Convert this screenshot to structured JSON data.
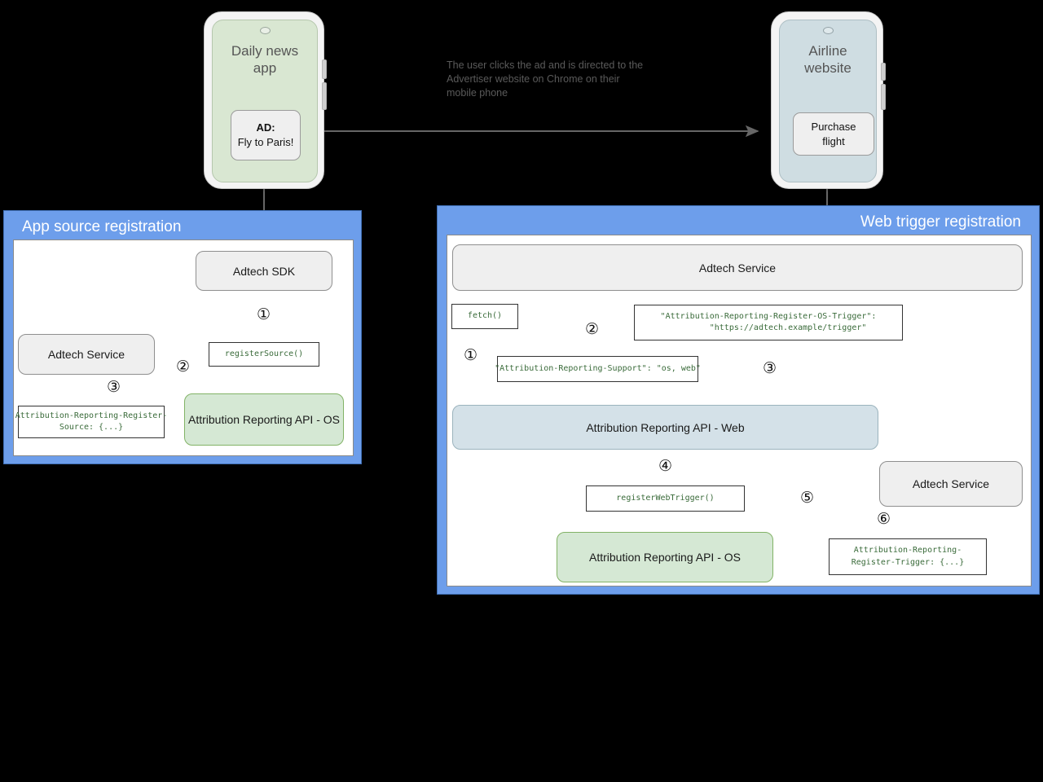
{
  "phones": {
    "left": {
      "title": "Daily news\napp",
      "ad_title": "AD:",
      "ad_text": "Fly to Paris!"
    },
    "right": {
      "title": "Airline\nwebsite",
      "button": "Purchase\nflight"
    }
  },
  "annotation": {
    "text": "The user clicks the ad and is directed to the Advertiser website on Chrome on their mobile phone"
  },
  "panels": {
    "app_source": {
      "title": "App source registration",
      "nodes": {
        "sdk": "Adtech SDK",
        "service": "Adtech Service",
        "os_api": "Attribution Reporting API - OS"
      },
      "codeboxes": {
        "register_source": "registerSource()",
        "register_header": "Attribution-Reporting-Register-\nSource: {...}"
      },
      "steps": [
        "①",
        "②",
        "③"
      ]
    },
    "web_trigger": {
      "title": "Web trigger registration",
      "nodes": {
        "service_top": "Adtech Service",
        "web_api": "Attribution Reporting API - Web",
        "os_api": "Attribution Reporting API - OS",
        "service_bottom": "Adtech Service"
      },
      "codeboxes": {
        "fetch": "fetch()",
        "support_header": "\"Attribution-Reporting-Support\": \"os, web\"",
        "os_trigger_header": "\"Attribution-Reporting-Register-OS-Trigger\":\n        \"https://adtech.example/trigger\"",
        "register_web_trigger": "registerWebTrigger()",
        "register_trigger_header": "Attribution-Reporting-\nRegister-Trigger: {...}"
      },
      "steps": [
        "①",
        "②",
        "③",
        "④",
        "⑤",
        "⑥"
      ]
    }
  },
  "colors": {
    "panel_blue": "#6d9eeb",
    "node_green": "#d5e8d4",
    "node_blue": "#d4e1e8",
    "node_grey": "#efefef",
    "code_text": "#3a6b3a",
    "arrow": "#666666"
  }
}
